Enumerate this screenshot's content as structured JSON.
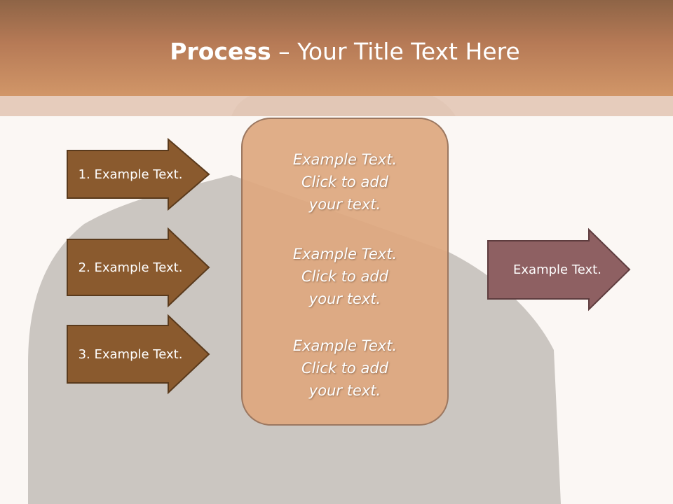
{
  "slide": {
    "title_bold": "Process",
    "title_rest": " – Your Title Text Here"
  },
  "inputs": [
    {
      "label": "1. Example Text."
    },
    {
      "label": "2. Example Text."
    },
    {
      "label": "3. Example Text."
    }
  ],
  "center_box": {
    "blocks": [
      {
        "line1": "Example Text.",
        "line2": "Click  to add",
        "line3": "your text."
      },
      {
        "line1": "Example Text.",
        "line2": "Click  to add",
        "line3": "your text."
      },
      {
        "line1": "Example Text.",
        "line2": "Click  to add",
        "line3": "your text."
      }
    ]
  },
  "output": {
    "label": "Example Text."
  },
  "colors": {
    "header": "#b67a56",
    "input_arrow_fill": "#8a5a2e",
    "output_arrow_fill": "#8e6062",
    "center_box_fill": "#dea87f"
  }
}
